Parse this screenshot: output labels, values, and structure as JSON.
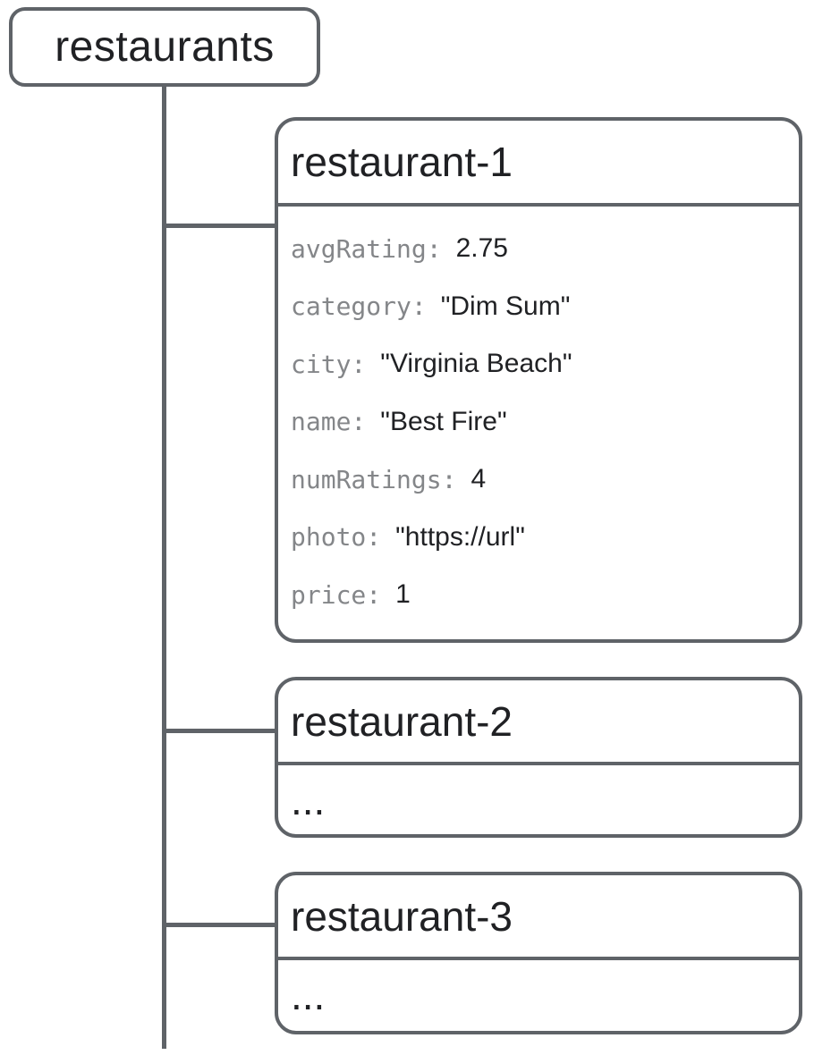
{
  "diagram": {
    "root": {
      "label": "restaurants"
    },
    "documents": [
      {
        "title": "restaurant-1",
        "fields": [
          {
            "key": "avgRating:",
            "value": "2.75"
          },
          {
            "key": "category:",
            "value": "\"Dim Sum\""
          },
          {
            "key": "city:",
            "value": "\"Virginia Beach\""
          },
          {
            "key": "name:",
            "value": "\"Best Fire\""
          },
          {
            "key": "numRatings:",
            "value": "4"
          },
          {
            "key": "photo:",
            "value": "\"https://url\""
          },
          {
            "key": "price:",
            "value": "1"
          }
        ]
      },
      {
        "title": "restaurant-2",
        "ellipsis": "..."
      },
      {
        "title": "restaurant-3",
        "ellipsis": "..."
      }
    ],
    "colors": {
      "line": "#5f6368",
      "key_text": "#848689",
      "value_text": "#202124",
      "title_text": "#202124"
    }
  }
}
